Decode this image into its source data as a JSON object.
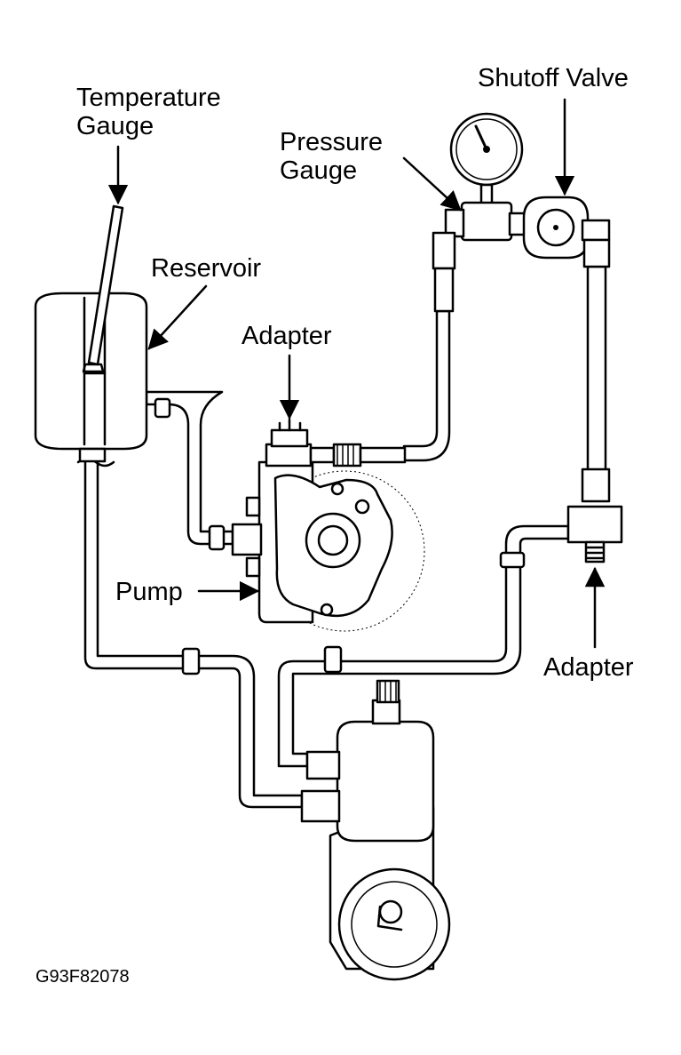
{
  "labels": {
    "temperature_gauge_line1": "Temperature",
    "temperature_gauge_line2": "Gauge",
    "reservoir": "Reservoir",
    "adapter_top": "Adapter",
    "pressure_gauge_line1": "Pressure",
    "pressure_gauge_line2": "Gauge",
    "shutoff_valve": "Shutoff Valve",
    "pump": "Pump",
    "adapter_bottom": "Adapter"
  },
  "figure_code": "G93F82078"
}
